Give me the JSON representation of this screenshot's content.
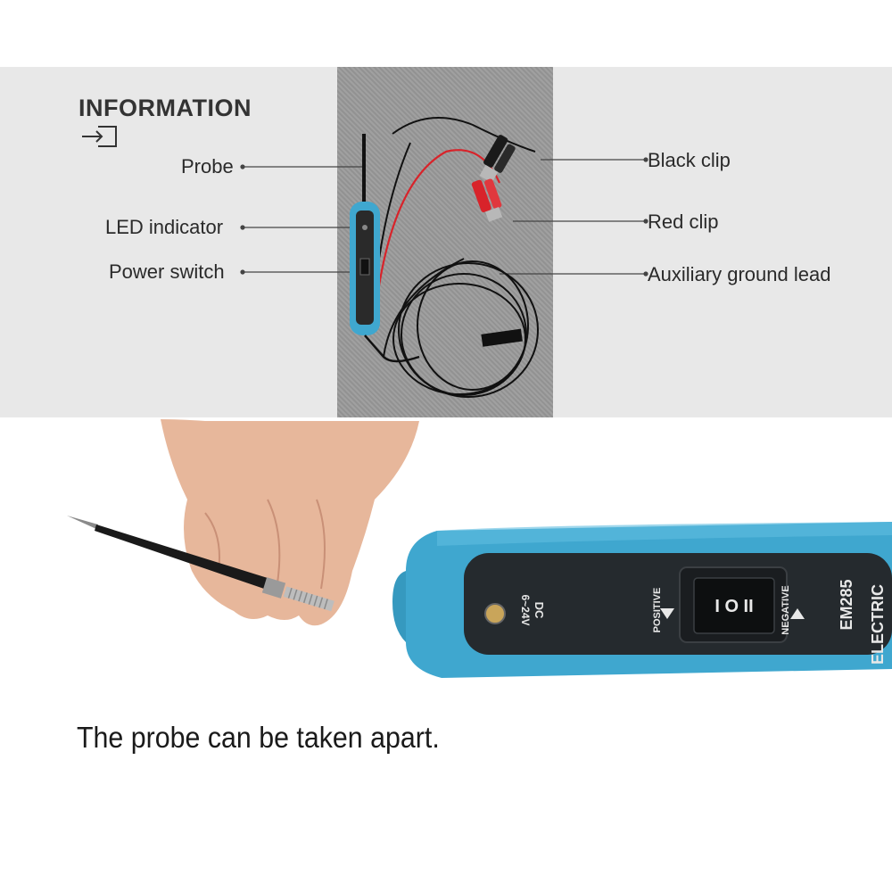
{
  "info": {
    "heading": "INFORMATION",
    "icon": "login-arrow-icon"
  },
  "labels": {
    "probe": "Probe",
    "led_indicator": "LED indicator",
    "power_switch": "Power switch",
    "black_clip": "Black clip",
    "red_clip": "Red clip",
    "aux_ground_lead": "Auxiliary ground lead"
  },
  "device": {
    "dc_label": "DC",
    "voltage_label": "6~24V",
    "positive_label": "POSITIVE",
    "negative_label": "NEGATIVE",
    "switch_marks": "I O II",
    "model": "EM285",
    "brand_partial": "ELECTRIC"
  },
  "caption": "The probe can be taken apart.",
  "colors": {
    "device_blue": "#3fa7cf",
    "red_lead": "#d8232a",
    "panel_gray": "#e8e8e8",
    "strip_gray": "#9a9a9a"
  }
}
